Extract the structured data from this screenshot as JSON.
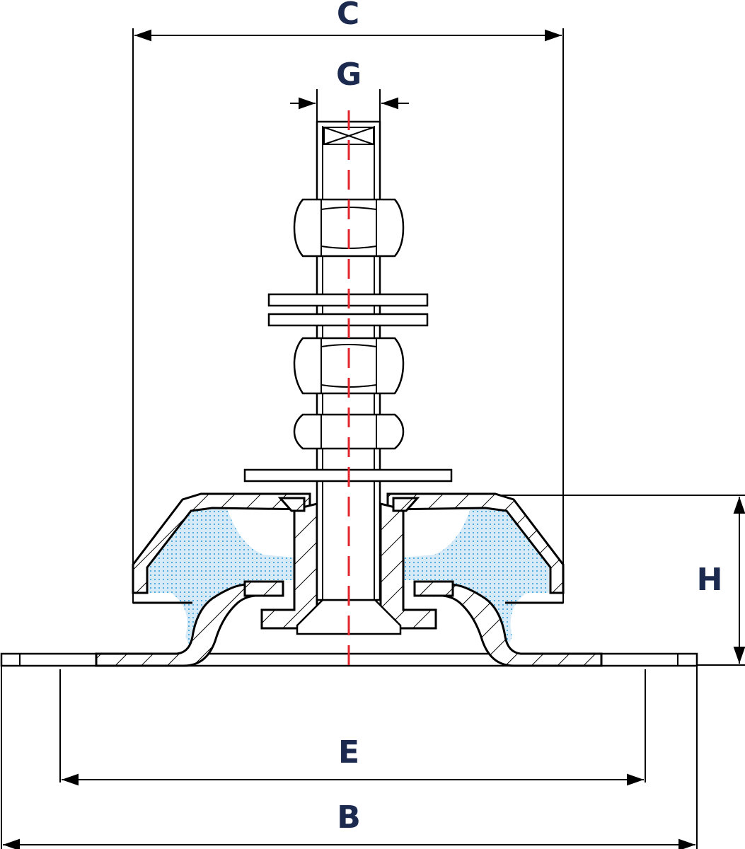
{
  "dimensions": {
    "c": "C",
    "g": "G",
    "h": "H",
    "e": "E",
    "b": "B"
  },
  "colors": {
    "label": "#1b2a4e",
    "centerline": "#e0262c",
    "rubber_fill": "#d6ebf7",
    "rubber_dots": "#2a9ad8",
    "outline": "#000000"
  }
}
